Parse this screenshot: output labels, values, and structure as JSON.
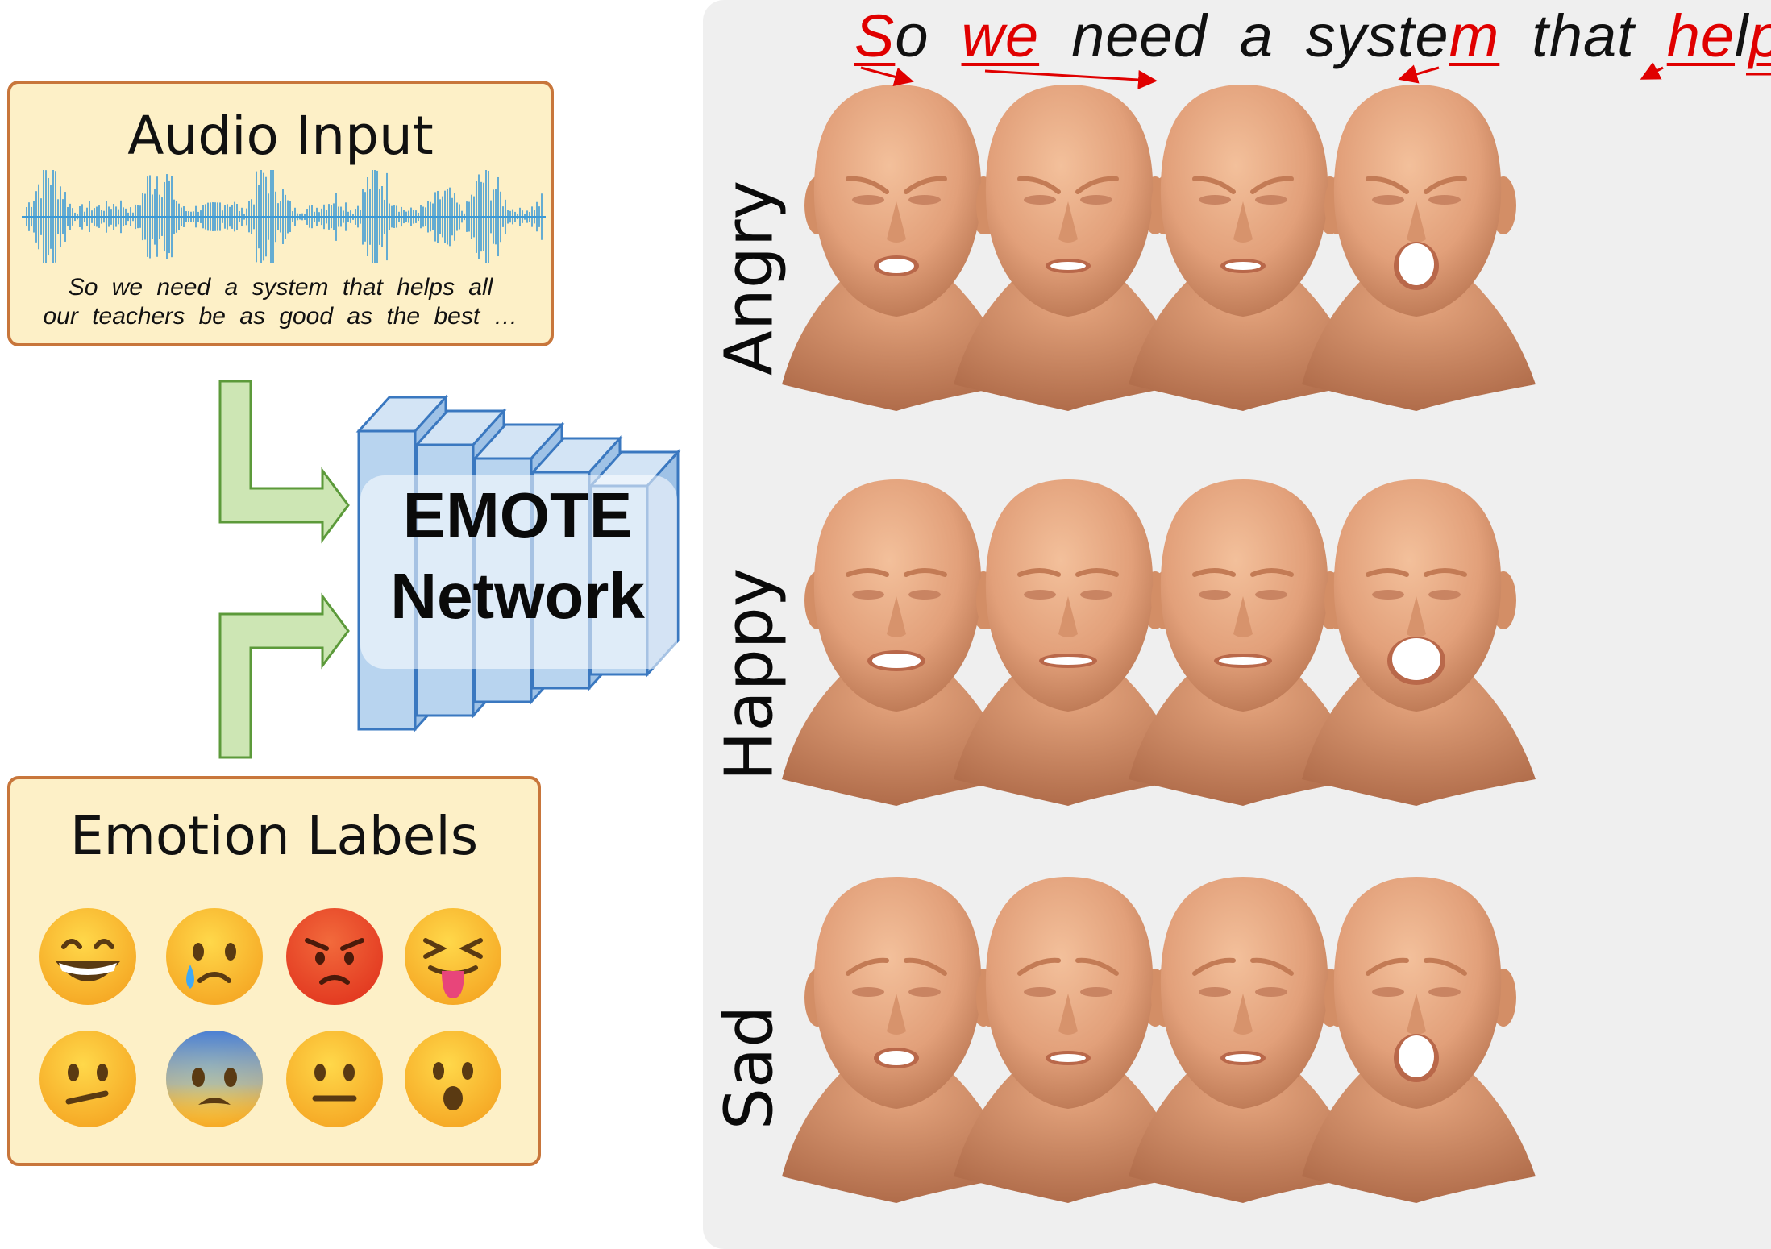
{
  "audio_box": {
    "title": "Audio Input",
    "transcript_line1": "So  we  need  a  system  that  helps  all",
    "transcript_line2": "our  teachers  be  as  good  as  the best …"
  },
  "network": {
    "line1": "EMOTE",
    "line2": "Network"
  },
  "emotion_box": {
    "title": "Emotion Labels",
    "emojis": [
      {
        "icon": "grinning-face-icon"
      },
      {
        "icon": "crying-face-icon"
      },
      {
        "icon": "angry-face-icon"
      },
      {
        "icon": "squinting-tongue-face-icon"
      },
      {
        "icon": "confused-face-icon"
      },
      {
        "icon": "anxious-sweat-face-icon"
      },
      {
        "icon": "neutral-face-icon"
      },
      {
        "icon": "surprised-face-icon"
      }
    ]
  },
  "sentence": {
    "words": [
      {
        "pre": "",
        "hl": "S",
        "post": "o"
      },
      {
        "pre": "",
        "hl": "we",
        "post": ""
      },
      {
        "pre": "need",
        "hl": "",
        "post": ""
      },
      {
        "pre": "a",
        "hl": "",
        "post": ""
      },
      {
        "pre": "syste",
        "hl": "m",
        "post": ""
      },
      {
        "pre": "that",
        "hl": "",
        "post": ""
      },
      {
        "pre": "",
        "hl": "he",
        "post": "l"
      },
      {
        "pre": "",
        "hl": "ps",
        "post": ""
      }
    ],
    "highlight_color": "#e00000"
  },
  "rows": [
    {
      "label": "Angry"
    },
    {
      "label": "Happy"
    },
    {
      "label": "Sad"
    }
  ],
  "colors": {
    "box_fill": "#fdf0c7",
    "box_border": "#c8763b",
    "arrow_fill": "#cde6b4",
    "arrow_stroke": "#5c9a3a",
    "network_fill": "#b8d4ef",
    "network_stroke": "#3a78c0",
    "waveform": "#3d9ad6",
    "skin": "#e8a37c"
  }
}
